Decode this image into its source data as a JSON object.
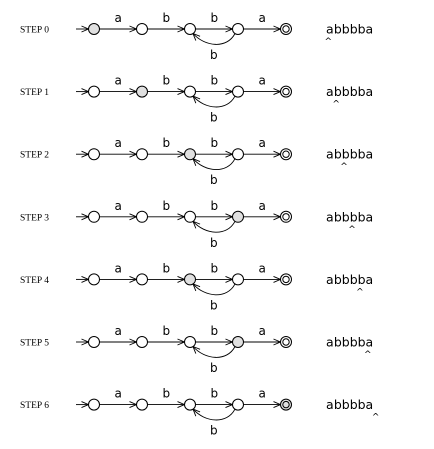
{
  "input_string": "abbbba",
  "colors": {
    "active_state": "#e0e0e0",
    "inactive_state": "#ffffff",
    "line": "#000000"
  },
  "automaton": {
    "states": [
      "q0",
      "q1",
      "q2",
      "q3",
      "q4"
    ],
    "accepting": [
      "q4"
    ],
    "transitions": [
      {
        "from": "q0",
        "to": "q1",
        "label": "a"
      },
      {
        "from": "q1",
        "to": "q2",
        "label": "b"
      },
      {
        "from": "q2",
        "to": "q3",
        "label": "b"
      },
      {
        "from": "q3",
        "to": "q2",
        "label": "b"
      },
      {
        "from": "q3",
        "to": "q4",
        "label": "a"
      }
    ]
  },
  "steps": [
    {
      "label": "STEP 0",
      "active_state": 0,
      "caret_index": 0
    },
    {
      "label": "STEP 1",
      "active_state": 1,
      "caret_index": 1
    },
    {
      "label": "STEP 2",
      "active_state": 2,
      "caret_index": 2
    },
    {
      "label": "STEP 3",
      "active_state": 3,
      "caret_index": 3
    },
    {
      "label": "STEP 4",
      "active_state": 2,
      "caret_index": 4
    },
    {
      "label": "STEP 5",
      "active_state": 3,
      "caret_index": 5
    },
    {
      "label": "STEP 6",
      "active_state": 4,
      "caret_index": 6
    }
  ]
}
